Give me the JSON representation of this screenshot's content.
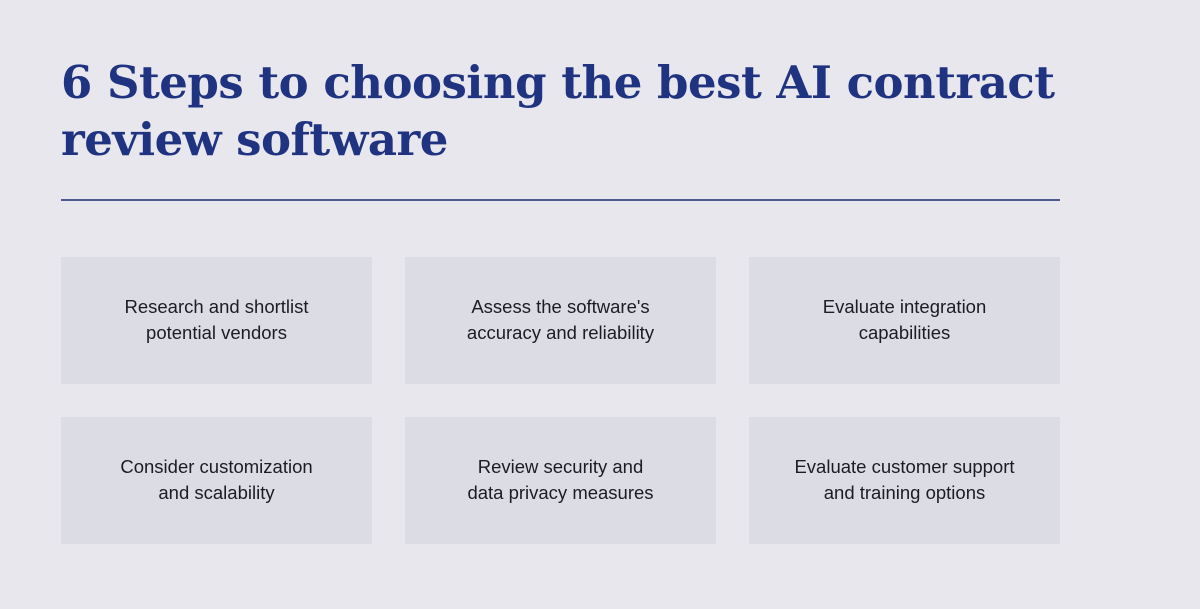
{
  "header": {
    "title": "6 Steps to choosing the best AI contract review software"
  },
  "colors": {
    "background": "#e8e7ee",
    "title": "#1f3380",
    "divider": "#4c5a8f",
    "card": "#dcdce4",
    "card_text": "#1c1c24"
  },
  "steps": [
    {
      "label": "Research and shortlist\npotential vendors"
    },
    {
      "label": "Assess the software's\naccuracy and reliability"
    },
    {
      "label": "Evaluate integration\ncapabilities"
    },
    {
      "label": "Consider customization\nand scalability"
    },
    {
      "label": "Review security and\ndata privacy measures"
    },
    {
      "label": "Evaluate customer support\nand training options"
    }
  ]
}
